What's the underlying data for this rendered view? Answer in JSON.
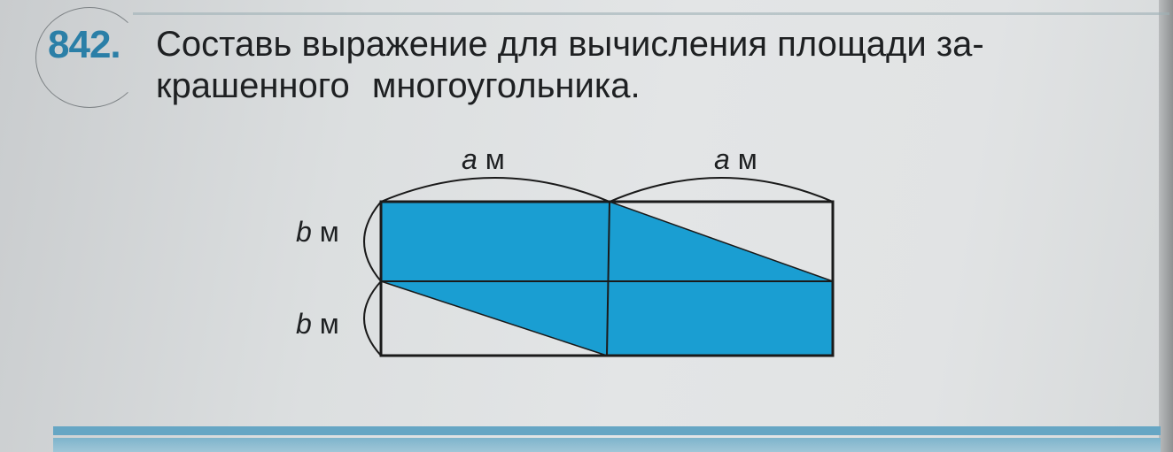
{
  "exercise": {
    "number": "842",
    "number_suffix": ".",
    "text_lines": [
      "Составь выражение для вычисления площади за-",
      "крашенного многоугольника."
    ]
  },
  "figure": {
    "top_labels": [
      {
        "var": "a",
        "unit": "м"
      },
      {
        "var": "a",
        "unit": "м"
      }
    ],
    "side_labels": [
      {
        "var": "b",
        "unit": "м"
      },
      {
        "var": "b",
        "unit": "м"
      }
    ],
    "fill_color": "#1a9ed2",
    "line_color": "#1a1a1a"
  }
}
